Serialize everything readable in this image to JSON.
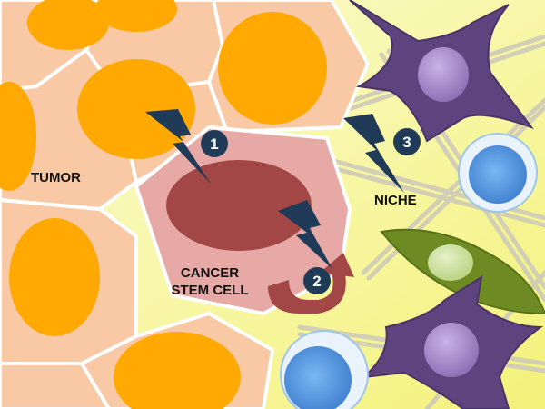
{
  "labels": {
    "tumor": "TUMOR",
    "niche": "NICHE",
    "cancer_stem_cell_line1": "CANCER",
    "cancer_stem_cell_line2": "STEM CELL"
  },
  "markers": [
    {
      "id": "1",
      "text": "1"
    },
    {
      "id": "2",
      "text": "2"
    },
    {
      "id": "3",
      "text": "3"
    }
  ],
  "colors": {
    "niche_background": "#f7f59a",
    "tumor_cell": "#f9c9a6",
    "tumor_nucleus": "#ffa902",
    "stem_cell": "#e7a9a5",
    "stem_nucleus": "#a34746",
    "signal": "#1f3b57",
    "arrow": "#a34746",
    "purple_cell": "#5e447f",
    "green_cell": "#6e8a22",
    "blue_cell": "#5a9be0",
    "fiber": "#c9c7b7"
  }
}
